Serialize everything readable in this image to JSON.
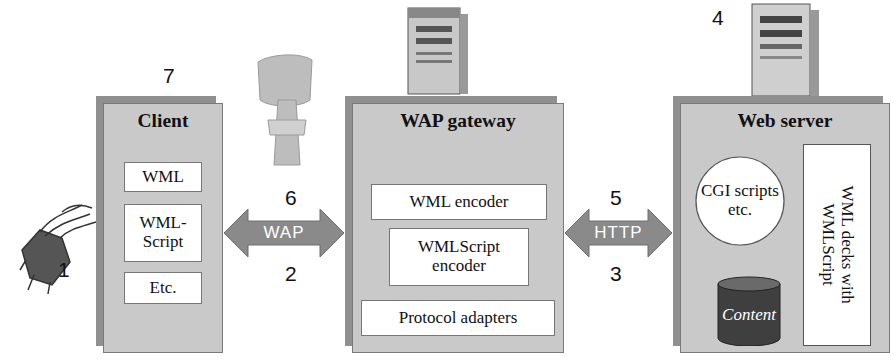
{
  "diagram": {
    "nodes": [
      {
        "text": [
          "Client"
        ]
      },
      {
        "text": [
          "WML"
        ],
        "in": 0
      },
      {
        "text": [
          "WML-Script"
        ],
        "in": 0
      },
      {
        "text": [
          "Etc."
        ],
        "in": 0
      },
      {
        "text": [
          "WAP gateway"
        ]
      },
      {
        "text": [
          "WML encoder"
        ],
        "in": 4
      },
      {
        "text": [
          "WMLScript encoder"
        ],
        "in": 4
      },
      {
        "text": [
          "Protocol adapters"
        ],
        "in": 4
      },
      {
        "text": [
          "Web server"
        ]
      },
      {
        "text": [
          "CGI scripts etc."
        ],
        "in": 8
      },
      {
        "text": [
          "WML decks with WMLScript"
        ],
        "in": 8
      },
      {
        "text": [
          "Content"
        ],
        "in": 8
      }
    ],
    "edges": [
      {
        "from": 0,
        "to": 4,
        "label": "WAP",
        "arrow": "both"
      },
      {
        "from": 4,
        "to": 8,
        "label": "HTTP",
        "arrow": "both"
      }
    ],
    "labels": [
      "7",
      "1",
      "6",
      "2",
      "4",
      "5",
      "3"
    ]
  }
}
